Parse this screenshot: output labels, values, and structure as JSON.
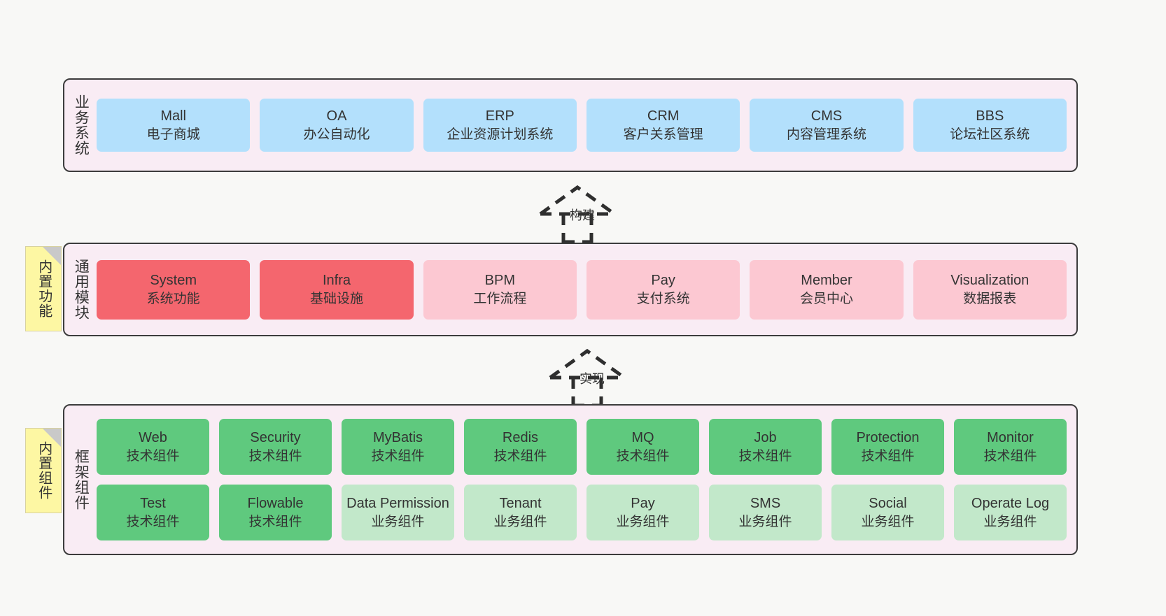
{
  "diagram": {
    "background_color": "#f8f8f6",
    "band_fill": "#f9ecf4",
    "band_border": "#3c3c3c"
  },
  "layers": {
    "business": {
      "label": "业务系统",
      "node_color": "#b3e0fc",
      "nodes": [
        {
          "name": "Mall",
          "desc": "电子商城"
        },
        {
          "name": "OA",
          "desc": "办公自动化"
        },
        {
          "name": "ERP",
          "desc": "企业资源计划系统"
        },
        {
          "name": "CRM",
          "desc": "客户关系管理"
        },
        {
          "name": "CMS",
          "desc": "内容管理系统"
        },
        {
          "name": "BBS",
          "desc": "论坛社区系统"
        }
      ]
    },
    "modules": {
      "label": "通用模块",
      "note": "内置功能",
      "node_color_primary": "#f4666e",
      "node_color_secondary": "#fcc8d2",
      "nodes": [
        {
          "name": "System",
          "desc": "系统功能",
          "tone": "red"
        },
        {
          "name": "Infra",
          "desc": "基础设施",
          "tone": "red"
        },
        {
          "name": "BPM",
          "desc": "工作流程",
          "tone": "pink"
        },
        {
          "name": "Pay",
          "desc": "支付系统",
          "tone": "pink"
        },
        {
          "name": "Member",
          "desc": "会员中心",
          "tone": "pink"
        },
        {
          "name": "Visualization",
          "desc": "数据报表",
          "tone": "pink"
        }
      ]
    },
    "framework": {
      "label": "框架组件",
      "note": "内置组件",
      "node_color_primary": "#5fc97e",
      "node_color_secondary": "#c2e8ca",
      "row1": [
        {
          "name": "Web",
          "desc": "技术组件",
          "tone": "green"
        },
        {
          "name": "Security",
          "desc": "技术组件",
          "tone": "green"
        },
        {
          "name": "MyBatis",
          "desc": "技术组件",
          "tone": "green"
        },
        {
          "name": "Redis",
          "desc": "技术组件",
          "tone": "green"
        },
        {
          "name": "MQ",
          "desc": "技术组件",
          "tone": "green"
        },
        {
          "name": "Job",
          "desc": "技术组件",
          "tone": "green"
        },
        {
          "name": "Protection",
          "desc": "技术组件",
          "tone": "green"
        },
        {
          "name": "Monitor",
          "desc": "技术组件",
          "tone": "green"
        }
      ],
      "row2": [
        {
          "name": "Test",
          "desc": "技术组件",
          "tone": "green"
        },
        {
          "name": "Flowable",
          "desc": "技术组件",
          "tone": "green"
        },
        {
          "name": "Data Permission",
          "desc": "业务组件",
          "tone": "lgreen"
        },
        {
          "name": "Tenant",
          "desc": "业务组件",
          "tone": "lgreen"
        },
        {
          "name": "Pay",
          "desc": "业务组件",
          "tone": "lgreen"
        },
        {
          "name": "SMS",
          "desc": "业务组件",
          "tone": "lgreen"
        },
        {
          "name": "Social",
          "desc": "业务组件",
          "tone": "lgreen"
        },
        {
          "name": "Operate Log",
          "desc": "业务组件",
          "tone": "lgreen"
        }
      ]
    }
  },
  "connectors": [
    {
      "id": "build",
      "label": "构建",
      "style": "dashed-hollow-triangle"
    },
    {
      "id": "implement",
      "label": "实现",
      "style": "dashed-hollow-triangle"
    }
  ]
}
